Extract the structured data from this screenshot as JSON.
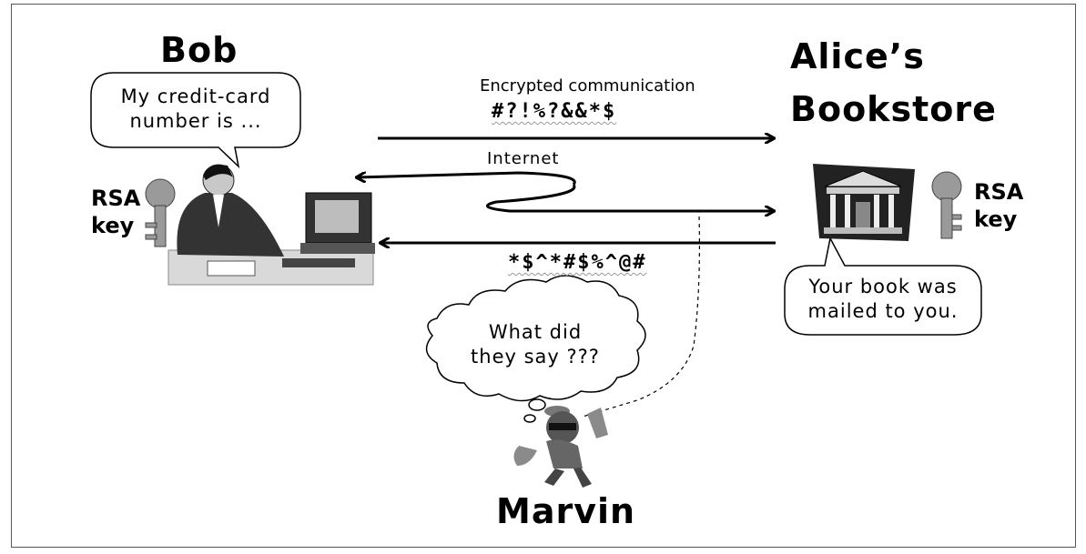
{
  "bob": {
    "name": "Bob",
    "speech": [
      "My credit-card",
      "number is ..."
    ],
    "key_label": [
      "RSA",
      "key"
    ]
  },
  "alice": {
    "name": [
      "Alice’s",
      "Bookstore"
    ],
    "speech": [
      "Your book was",
      "mailed to you."
    ],
    "key_label": [
      "RSA",
      "key"
    ]
  },
  "channel": {
    "encrypted_label": "Encrypted communication",
    "cipher_top": "#?!%?&&*$",
    "internet_label": "Internet",
    "cipher_bottom": "*$^*#$%^@#"
  },
  "marvin": {
    "name": "Marvin",
    "thought": [
      "What did",
      "they say ???"
    ]
  }
}
